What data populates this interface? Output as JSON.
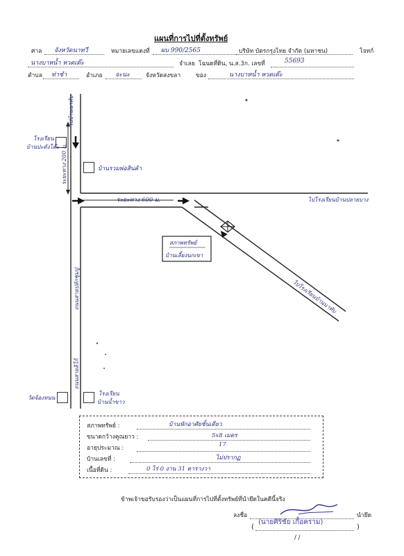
{
  "document": {
    "title": "แผนที่การไปที่ตั้งทรัพย์",
    "header": {
      "court_label": "ศาล",
      "court_value": "จังหวัดนาทวี",
      "case_label": "หมายเลขแดงที่",
      "case_value": "ผบ 990/2565",
      "company": "บริษัท บัตรกรุงไทย จำกัด (มหาชน)",
      "plaintiff_label": "โจทก์",
      "defendant_value": "นางบาหน้ำ  หวดเต๊ะ",
      "district_label": "จำเลย",
      "deed_label": "โฉนดที่ดิน, น.ส.3ก. เลขที่",
      "deed_value": "55693",
      "subdistrict_label": "ตำบล",
      "subdistrict_value": "ท่าชำ",
      "amphoe_label": "อำเภอ",
      "amphoe_value": "จะนะ",
      "province_label": "จังหวัดสงขลา",
      "owner_label": "ของ",
      "owner_value": "นางบาหน้ำ  หวดเต๊ะ"
    },
    "map": {
      "road_top_right": "ไปบ้านนาทับ",
      "mosque_left": "โรงเรียน",
      "mosque_left_sub": "บ้านปะดังโต๊ะ",
      "distance_vertical": "ระยะทาง 200 ม.",
      "house_mid": "บ้านรวมพ่อสินค้า",
      "distance_horizontal": "ระยะทาง 600 ม.",
      "to_school_right": "ไปโรงเรียนบ้านปลายบาง",
      "property_label_1": "สภาพทรัพย์",
      "property_label_2": "บ้านเลี้ยงนกเขา",
      "diagonal_road": "ไปโรงเรียนบ้านนาทับ",
      "main_road": "ถนนสายปลักชุมปู",
      "road_lower": "ถนนสายลิโก้",
      "bottom_left": "วัดจ้องหนน",
      "bottom_right_1": "โรงเรียน",
      "bottom_right_2": "บ้านน้ำขาว"
    },
    "property": {
      "condition_label": "สภาพทรัพย์ :",
      "condition_value": "บ้านพักอาศัยชั้นเดียว",
      "size_label": "ขนาดกว้างคูณยาว :",
      "size_value": "5x8  เมตร",
      "age_label": "อายุประมาณ :",
      "age_value": "17",
      "house_no_label": "บ้านเลขที่ :",
      "house_no_value": "ไม่ปรากฏ",
      "land_area_label": "เนื้อที่ดิน :",
      "land_area_value": "0 ไร่  0  งาน  31  ตารางวา"
    },
    "footer": {
      "certify_text": "ข้าพเจ้าขอรับรองว่าเป็นแผนที่การไปที่ตั้งทรัพย์ที่นำยึดในคดีนี้จริง",
      "sign_label": "ลงชื่อ",
      "seizer_label": "นำยึด",
      "signer_name": "(นายศิริชัย  เกื้อคราม)",
      "open_paren": "(",
      "close_paren": ")",
      "date_slashes": "/          /"
    }
  },
  "colors": {
    "ink": "#1a1a1a",
    "handwriting": "#2a2f7a",
    "background": "#ffffff"
  }
}
